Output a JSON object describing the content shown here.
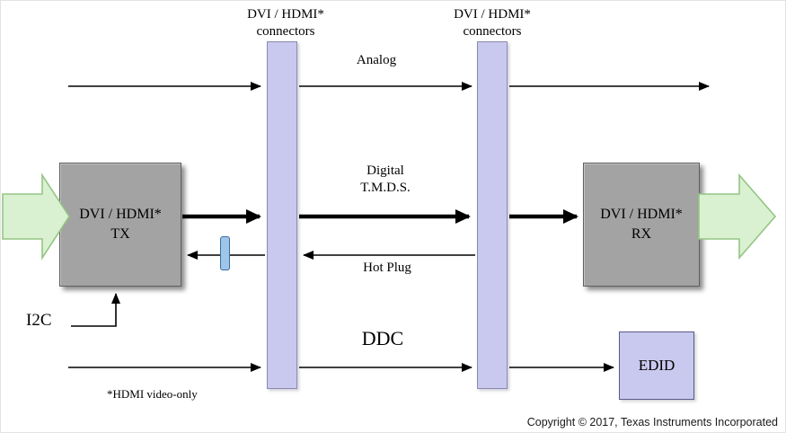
{
  "connectors": {
    "left": {
      "line1": "DVI / HDMI*",
      "line2": "connectors"
    },
    "right": {
      "line1": "DVI / HDMI*",
      "line2": "connectors"
    }
  },
  "boxes": {
    "tx": {
      "line1": "DVI / HDMI*",
      "line2": "TX"
    },
    "rx": {
      "line1": "DVI / HDMI*",
      "line2": "RX"
    },
    "edid": {
      "label": "EDID"
    }
  },
  "signals": {
    "analog": "Analog",
    "digital_line1": "Digital",
    "digital_line2": "T.M.D.S.",
    "hot_plug": "Hot Plug",
    "ddc": "DDC",
    "i2c": "I2C"
  },
  "footnote": "*HDMI video-only",
  "copyright": "Copyright © 2017, Texas Instruments Incorporated",
  "colors": {
    "connector_fill": "#c9c9ef",
    "box_fill": "#a3a3a3",
    "edid_fill": "#c9c9ef",
    "green_arrow_fill": "#d9f1d1",
    "green_arrow_stroke": "#94c583",
    "hot_plug_component_fill": "#9fc5e8"
  }
}
